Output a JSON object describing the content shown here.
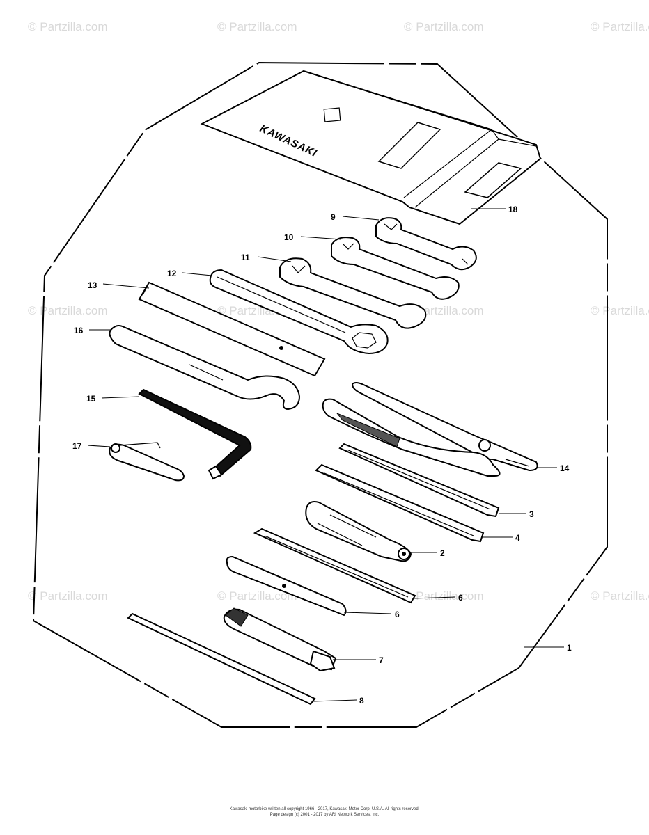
{
  "watermark": "© Partzilla.com",
  "brand_text": "KAWASAKI",
  "callouts": {
    "c1": "1",
    "c2": "2",
    "c3": "3",
    "c4": "4",
    "c5": "6",
    "c6": "6",
    "c7": "7",
    "c8": "8",
    "c9": "9",
    "c10": "10",
    "c11": "11",
    "c12": "12",
    "c13": "13",
    "c14": "14",
    "c15": "15",
    "c16": "16",
    "c17": "17",
    "c18": "18"
  },
  "footer": {
    "line1": "Kawasaki motorbike written all copyright 1966 - 2017, Kawasaki Motor Corp. U.S.A.  All rights reserved.",
    "line2": "Page design (c) 2001 - 2017 by ARI Network Services, Inc."
  }
}
